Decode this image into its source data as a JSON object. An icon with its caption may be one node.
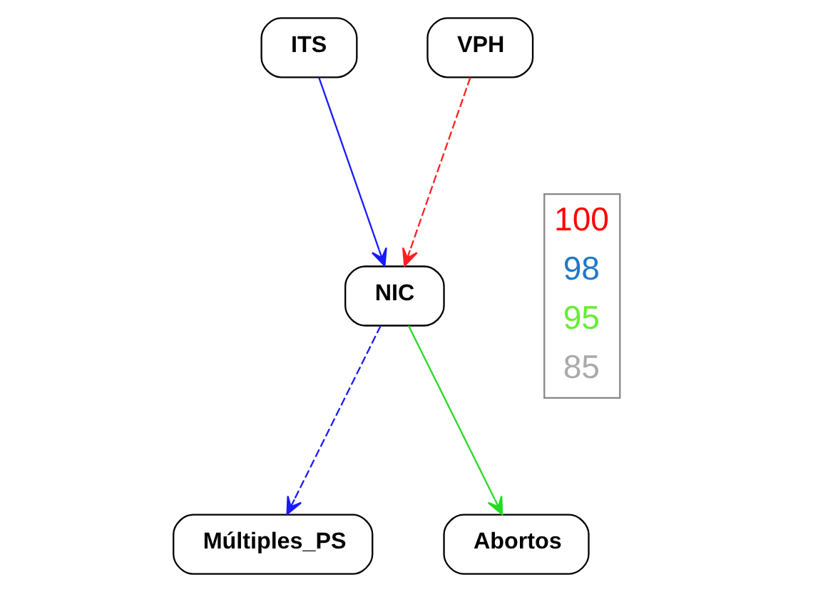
{
  "diagram": {
    "nodes": [
      {
        "text": [
          "ITS"
        ]
      },
      {
        "text": [
          "VPH"
        ]
      },
      {
        "text": [
          "NIC"
        ]
      },
      {
        "text": [
          "Múltiples_PS"
        ]
      },
      {
        "text": [
          "Abortos"
        ]
      }
    ],
    "edges": [
      {
        "from": 0,
        "to": 2,
        "arrow": "to",
        "color": "#1a1aff"
      },
      {
        "from": 1,
        "to": 2,
        "arrow": "to",
        "style": "dashed",
        "color": "#ff2020"
      },
      {
        "from": 2,
        "to": 3,
        "arrow": "to",
        "style": "dashed",
        "color": "#1a1aff"
      },
      {
        "from": 2,
        "to": 4,
        "arrow": "to",
        "color": "#22dd22"
      }
    ],
    "legend": [
      {
        "text": "100",
        "color": "#ff0000"
      },
      {
        "text": "98",
        "color": "#1f78c8"
      },
      {
        "text": "95",
        "color": "#66ee33"
      },
      {
        "text": "85",
        "color": "#aaaaaa"
      }
    ]
  }
}
